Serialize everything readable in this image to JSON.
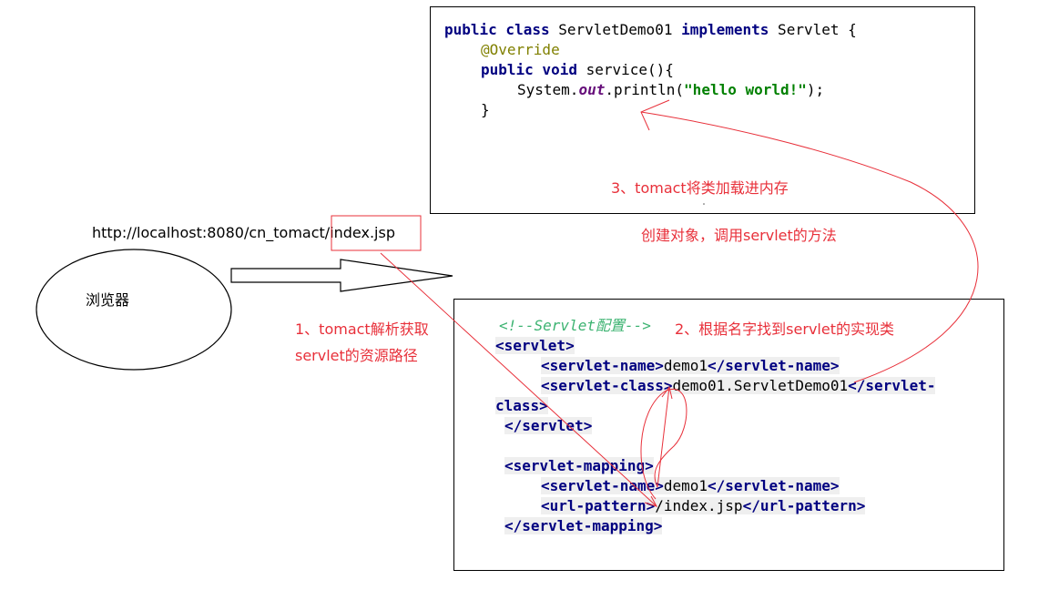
{
  "java_code": {
    "line1": {
      "kw1": "public class",
      "name": " ServletDemo01 ",
      "kw2": "implements",
      "rest": " Servlet {"
    },
    "line2": "@Override",
    "line3": {
      "kw": "public void",
      "rest": " service(){"
    },
    "line4": {
      "pre": "System.",
      "field": "out",
      "mid": ".println(",
      "str": "\"hello world!\"",
      "end": ");"
    },
    "line5": "}"
  },
  "xml_code": {
    "comment": "<!--Servlet配置-->",
    "servlet_open": "<servlet>",
    "name_open": "<servlet-name>",
    "name_val": "demo1",
    "name_close": "</servlet-name>",
    "class_open": "<servlet-class>",
    "class_val": "demo01.ServletDemo01",
    "class_close_a": "</servlet-",
    "class_close_b": "class>",
    "servlet_close": "</servlet>",
    "mapping_open": "<servlet-mapping>",
    "map_name_open": "<servlet-name>",
    "map_name_val": "demo1",
    "map_name_close": "</servlet-name>",
    "url_open": "<url-pattern>",
    "url_val": "/index.jsp",
    "url_close": "</url-pattern>",
    "mapping_close": "</servlet-mapping>"
  },
  "url": {
    "prefix": "http://localhost:8080/cn_tomact/",
    "highlight": "index.jsp"
  },
  "browser_label": "浏览器",
  "annotations": {
    "step1_line1": "1、tomact解析获取",
    "step1_line2": "servlet的资源路径",
    "step2": "2、根据名字找到servlet的实现类",
    "step3_line1": "3、tomact将类加载进内存",
    "step3_line2": "创建对象，调用servlet的方法"
  },
  "colors": {
    "annotation": "#e8303a",
    "keyword": "#000080",
    "string": "#008000",
    "comment": "#3cb371"
  }
}
